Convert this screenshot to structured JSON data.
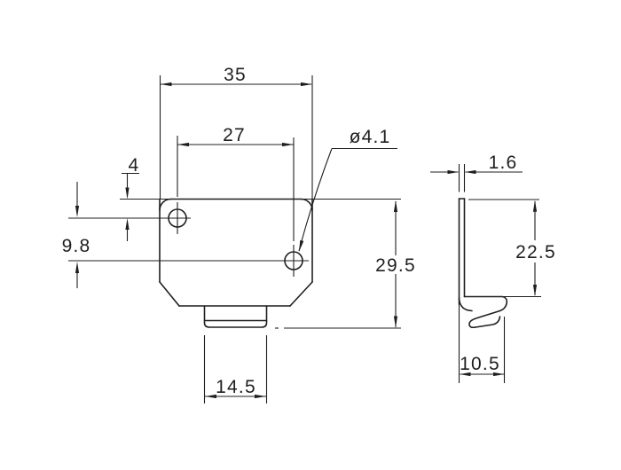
{
  "drawing": {
    "background_color": "#ffffff",
    "line_color": "#1f1f1f",
    "views": {
      "front_view": "part front view with two mounting holes and bottom tab",
      "side_view": "sheet-metal profile with bottom spring hook"
    },
    "dimensions": {
      "overall_width": "35",
      "hole_pitch": "27",
      "top_to_first_hole": "4",
      "hole_diameter": "ø4.1",
      "hole_row_spacing": "9.8",
      "overall_height": "29.5",
      "tab_width": "14.5",
      "material_thickness": "1.6",
      "flange_height": "22.5",
      "hook_depth": "10.5"
    }
  }
}
